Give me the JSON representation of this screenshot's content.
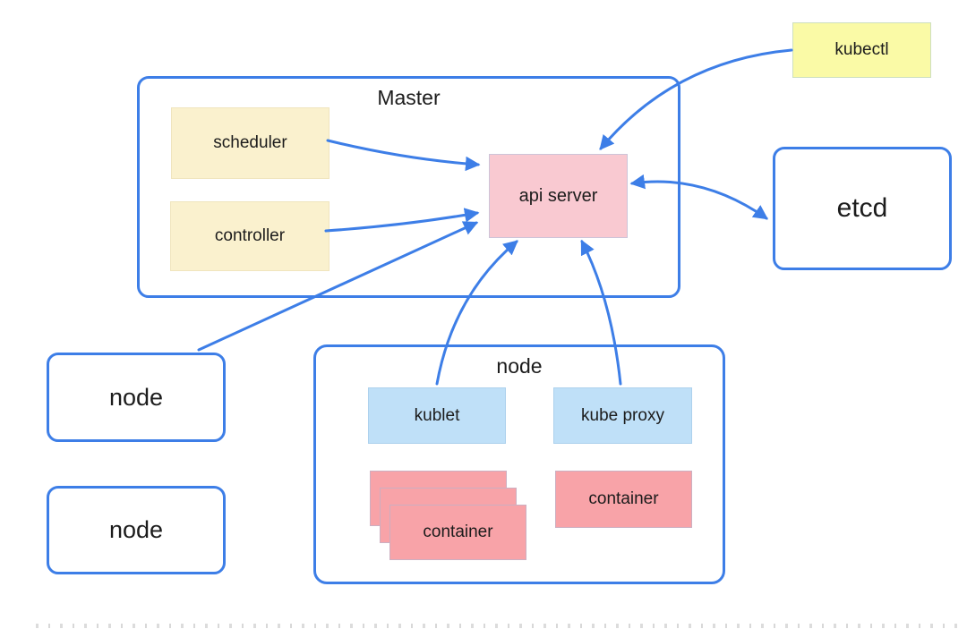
{
  "colors": {
    "line_blue": "#3d7ee7",
    "light_blue_fill": "#bfe0f8",
    "cream_fill": "#faf1ce",
    "yellow_fill": "#fafaa6",
    "pink_fill": "#f9c9d1",
    "salmon_fill": "#f8a3a8",
    "text": "#1c1c1c"
  },
  "master": {
    "label": "Master",
    "scheduler": "scheduler",
    "controller": "controller",
    "api_server": "api server"
  },
  "kubectl_label": "kubectl",
  "etcd_label": "etcd",
  "left_nodes": {
    "node1": "node",
    "node2": "node"
  },
  "worker_node": {
    "label": "node",
    "kublet": "kublet",
    "kube_proxy": "kube proxy",
    "container_front": "container",
    "container_single": "container"
  },
  "edges": [
    {
      "from": "scheduler",
      "to": "api server",
      "direction": "one-way"
    },
    {
      "from": "controller",
      "to": "api server",
      "direction": "one-way"
    },
    {
      "from": "node (left)",
      "to": "api server",
      "direction": "one-way"
    },
    {
      "from": "kublet",
      "to": "api server",
      "direction": "one-way"
    },
    {
      "from": "kube proxy",
      "to": "api server",
      "direction": "one-way"
    },
    {
      "from": "kubectl",
      "to": "api server",
      "direction": "one-way"
    },
    {
      "from": "api server",
      "to": "etcd",
      "direction": "two-way"
    }
  ]
}
